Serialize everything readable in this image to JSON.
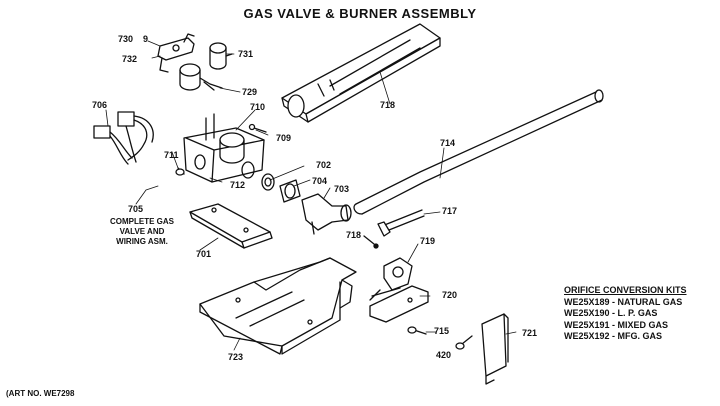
{
  "title": "GAS VALVE & BURNER ASSEMBLY",
  "part_labels": {
    "p730": "730",
    "p730b": "9",
    "p732": "732",
    "p731": "731",
    "p729": "729",
    "p706": "706",
    "p710": "710",
    "p709": "709",
    "p711": "711",
    "p712": "712",
    "p702": "702",
    "p704": "704",
    "p703": "703",
    "p705": "705",
    "p701": "701",
    "p718a": "718",
    "p718b": "718",
    "p714": "714",
    "p717": "717",
    "p719": "719",
    "p720": "720",
    "p715": "715",
    "p420": "420",
    "p721": "721",
    "p723": "723"
  },
  "caption_lines": [
    "COMPLETE GAS",
    "VALVE AND",
    "WIRING ASM."
  ],
  "orifice_kits": {
    "title": "ORIFICE CONVERSION KITS",
    "items": [
      "WE25X189 - NATURAL GAS",
      "WE25X190 - L. P. GAS",
      "WE25X191 - MIXED GAS",
      "WE25X192 - MFG. GAS"
    ]
  },
  "art_number": "(ART NO. WE7298"
}
